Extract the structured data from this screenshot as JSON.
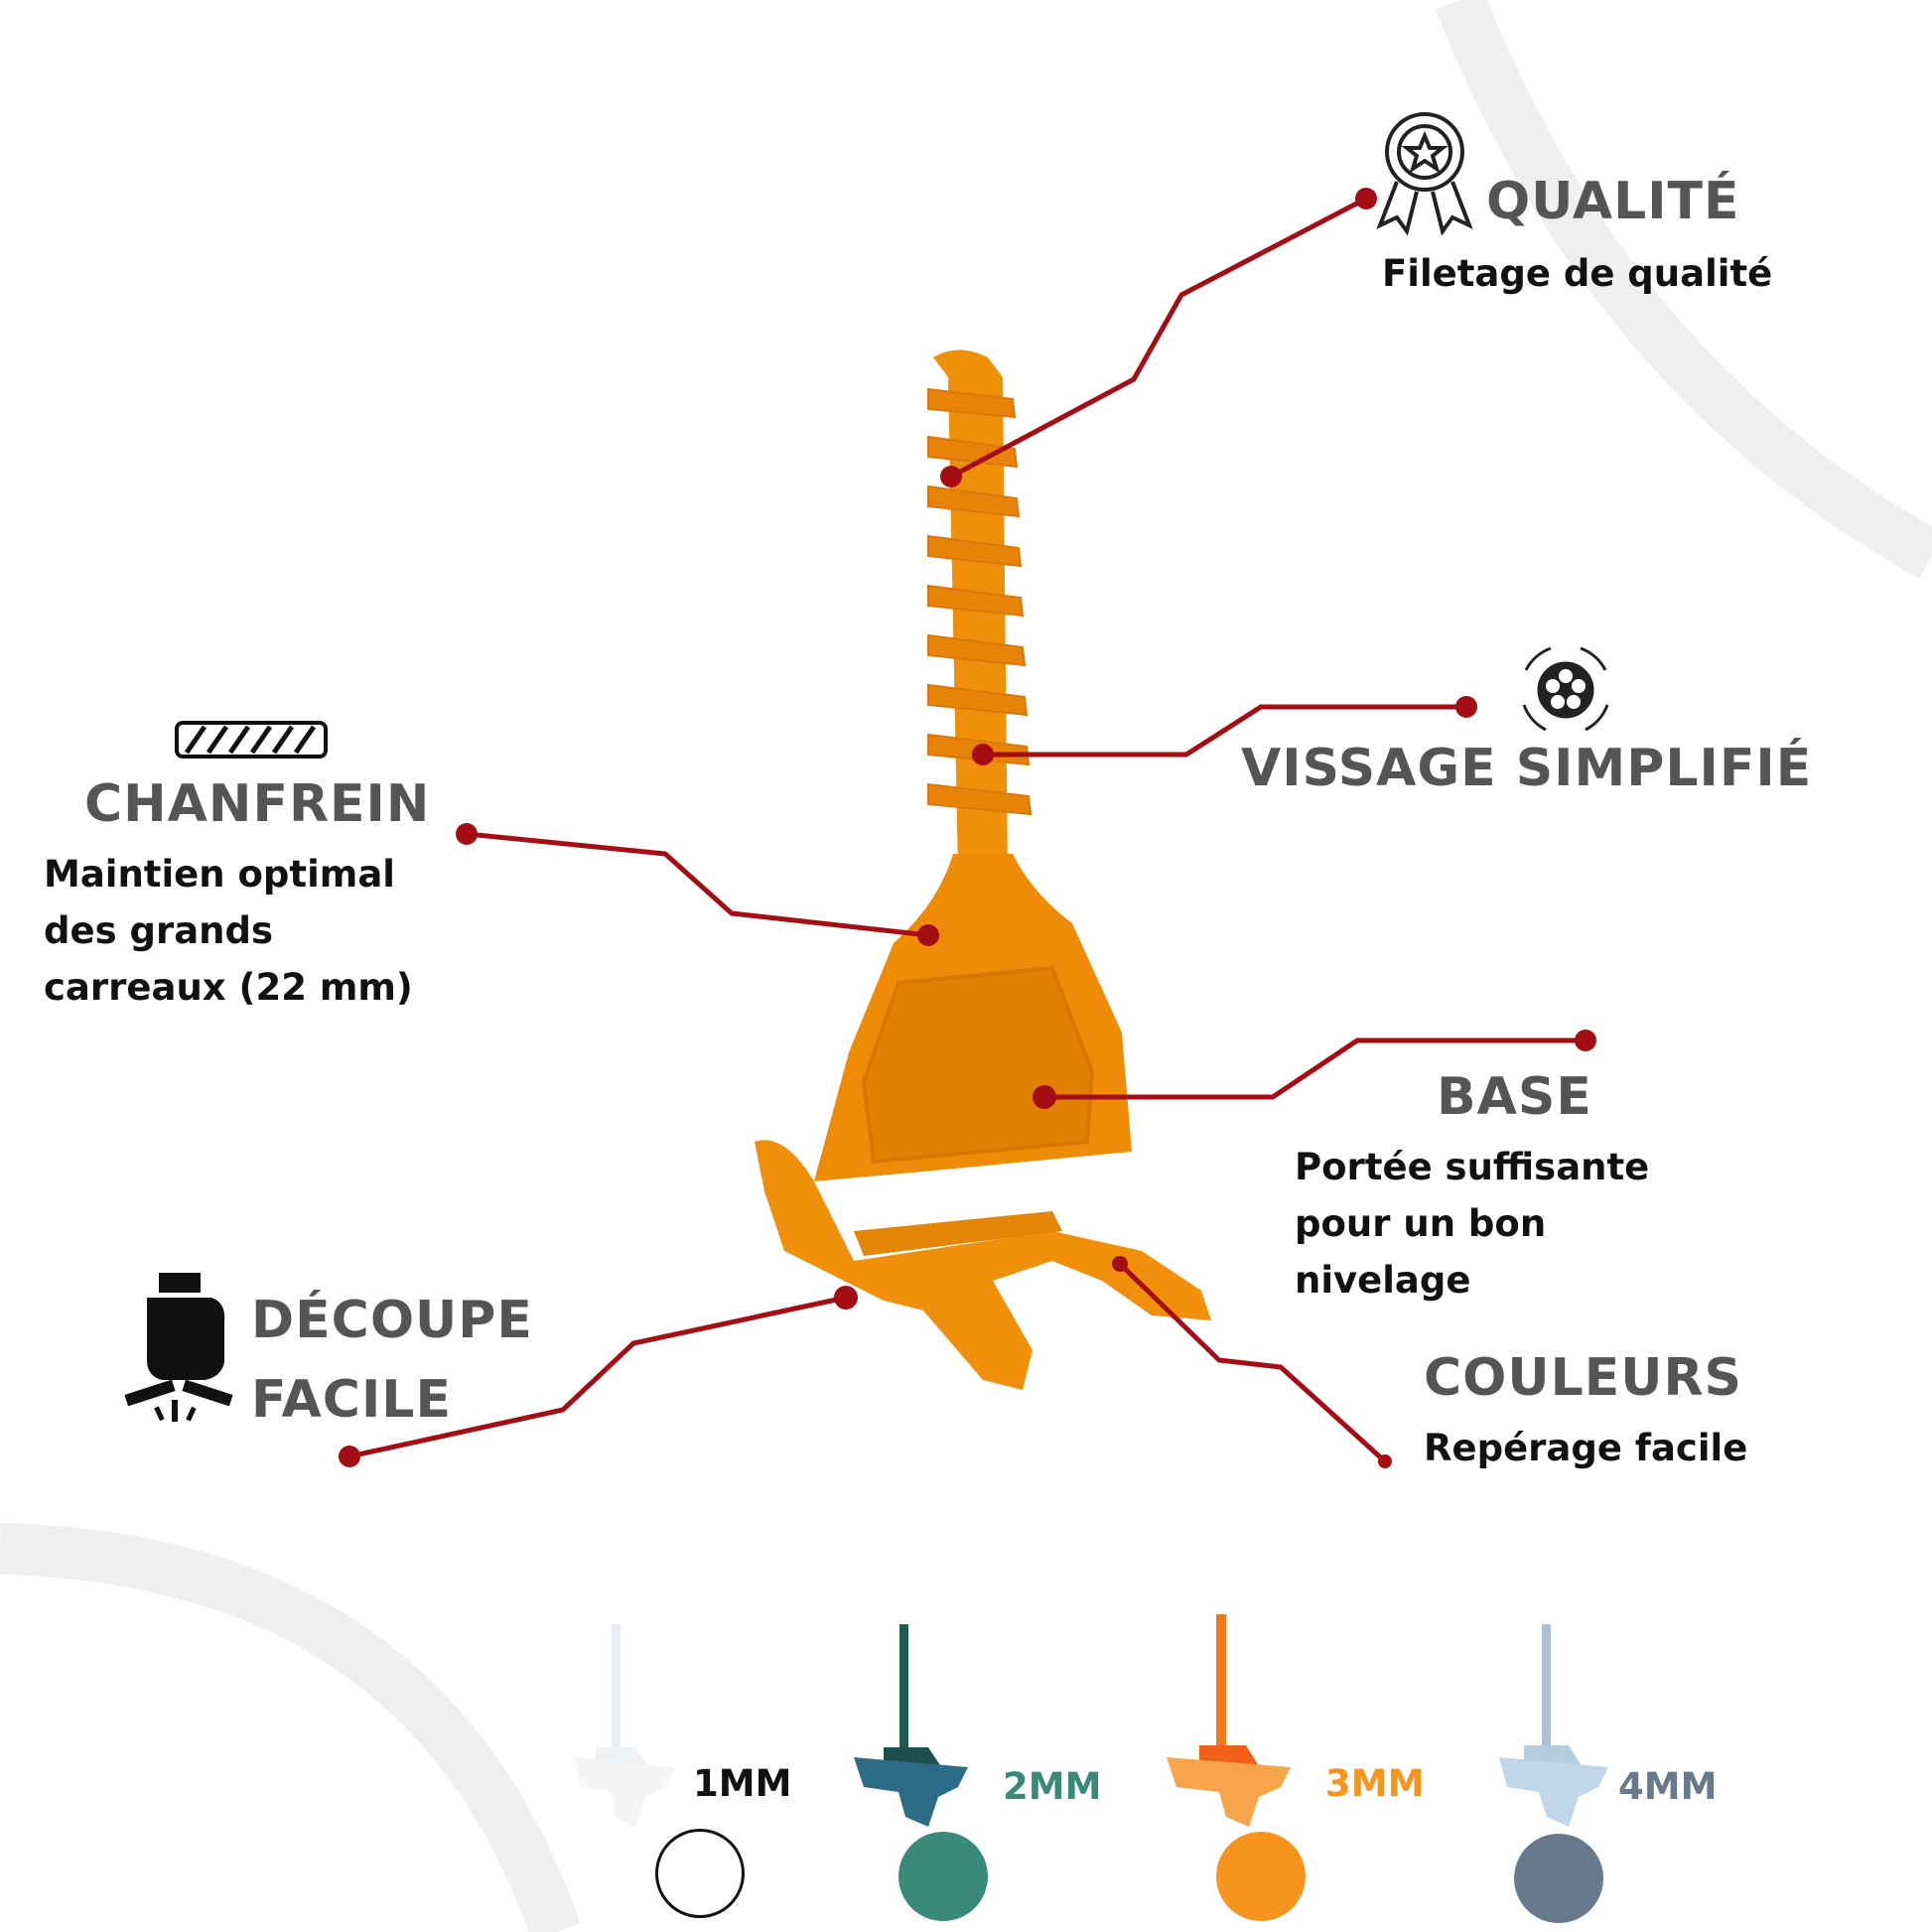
{
  "features": {
    "qualite": {
      "title": "QUALITÉ",
      "desc": "Filetage de qualité",
      "icon": "award-ribbon-icon"
    },
    "vissage": {
      "title": "VISSAGE SIMPLIFIÉ",
      "icon": "rotating-knob-icon"
    },
    "chanfrein": {
      "title": "CHANFREIN",
      "desc_lines": [
        "Maintien optimal",
        "des grands",
        "carreaux (22 mm)"
      ],
      "icon": "hatched-bar-icon"
    },
    "base": {
      "title": "BASE",
      "desc_lines": [
        "Portée suffisante",
        "pour un bon",
        "nivelage"
      ]
    },
    "decoupe": {
      "title_lines": [
        "DÉCOUPE",
        "FACILE"
      ],
      "icon": "fist-break-icon"
    },
    "couleurs": {
      "title": "COULEURS",
      "desc": "Repérage facile"
    }
  },
  "sizes": [
    {
      "label": "1MM",
      "color": "#ffffff",
      "text_color": "#111111"
    },
    {
      "label": "2MM",
      "color": "#3a8a7a",
      "text_color": "#3a8a7a"
    },
    {
      "label": "3MM",
      "color": "#f7941d",
      "text_color": "#f7941d"
    },
    {
      "label": "4MM",
      "color": "#667a8c",
      "text_color": "#667a8c"
    }
  ],
  "colors": {
    "accent": "#a50d14",
    "product": "#f0900a",
    "title": "#555555"
  }
}
